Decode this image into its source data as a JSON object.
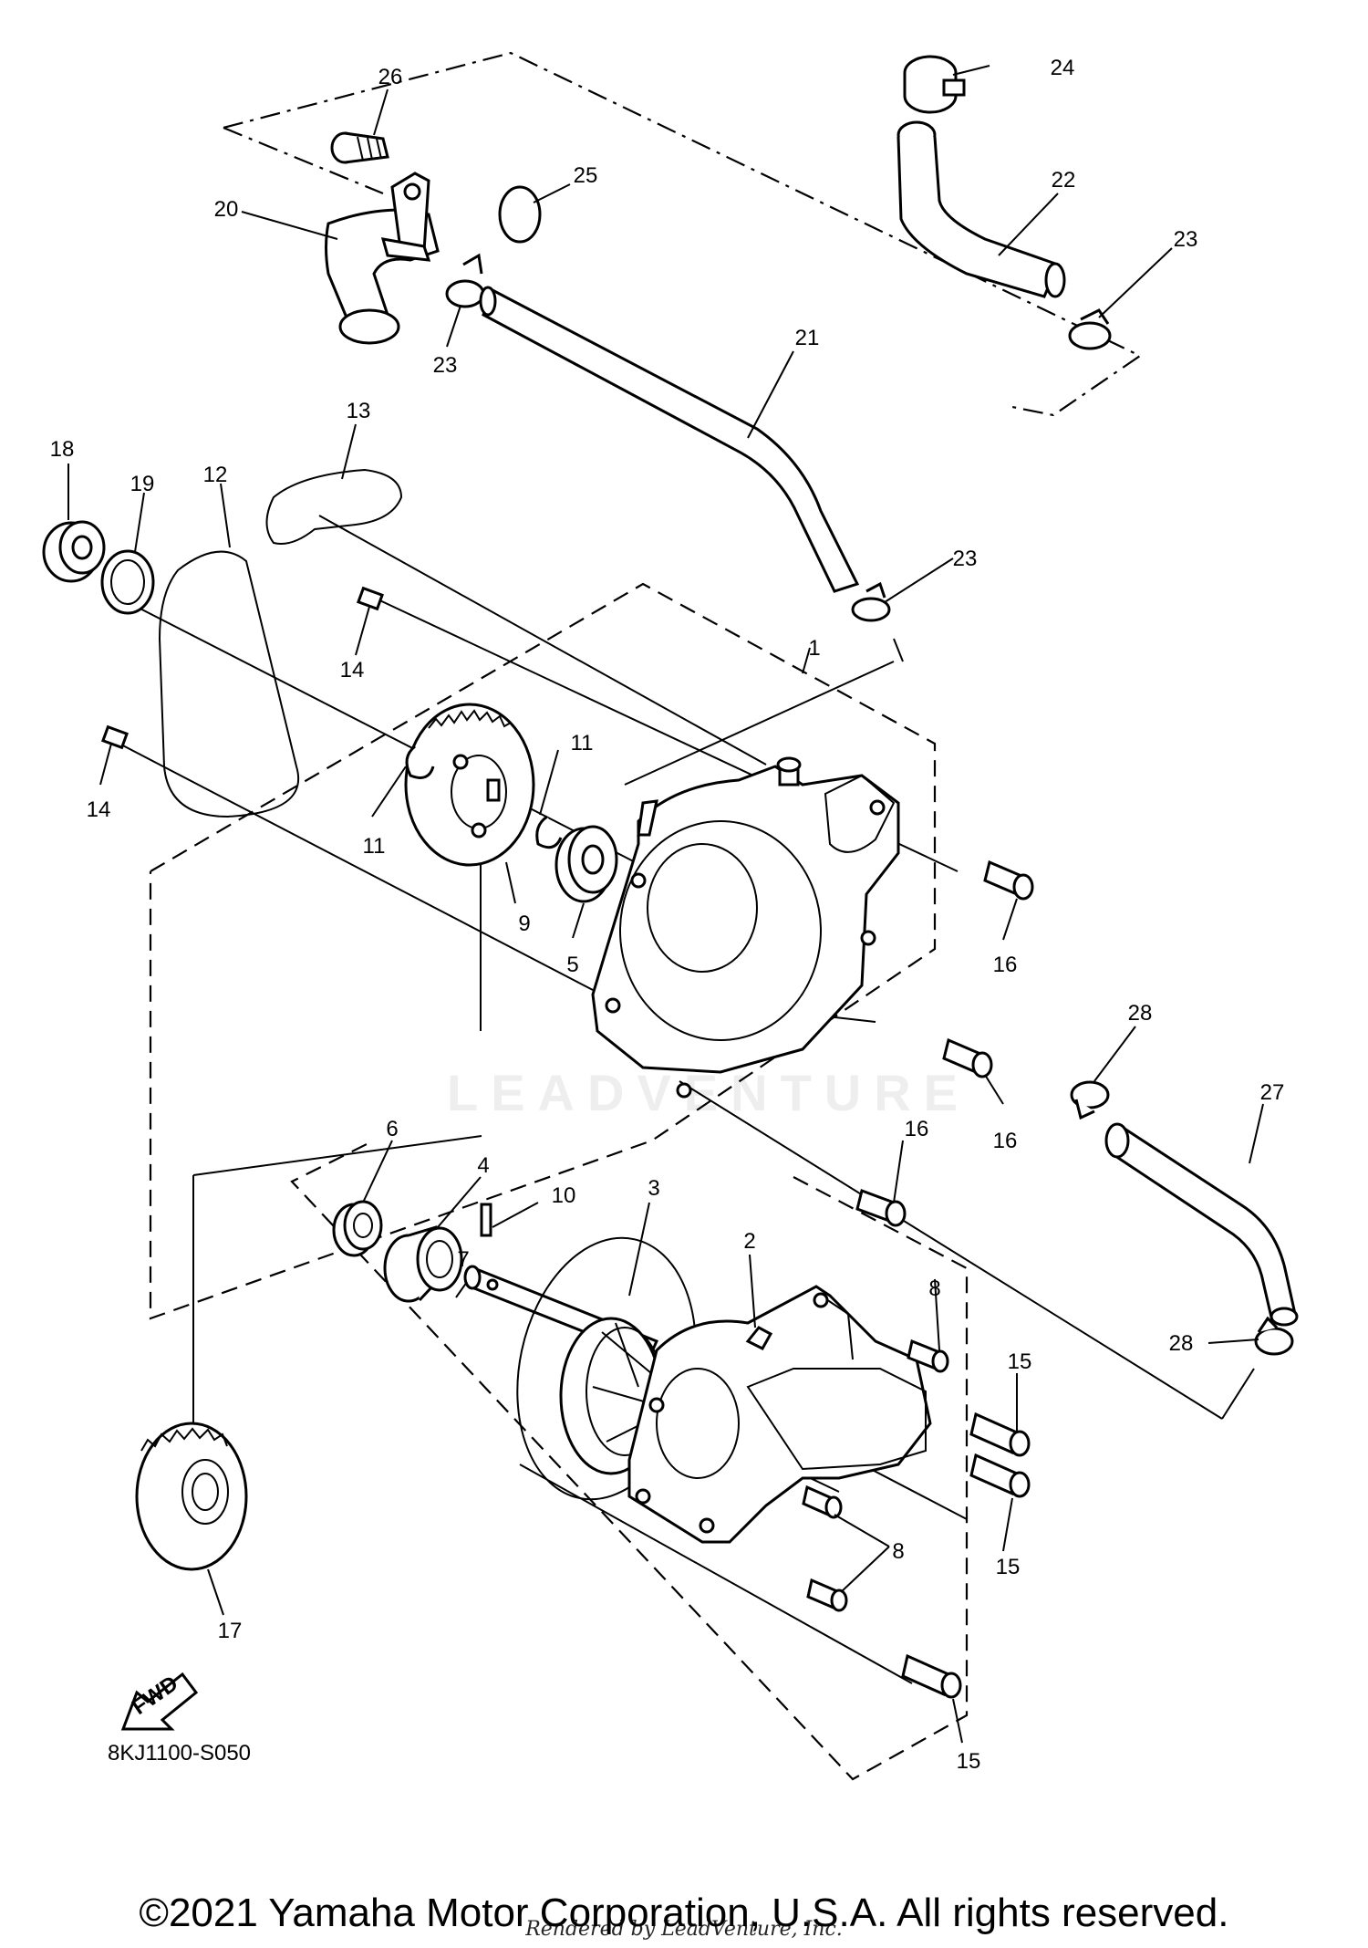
{
  "callouts": {
    "c1": "1",
    "c2": "2",
    "c3": "3",
    "c4": "4",
    "c5": "5",
    "c6": "6",
    "c7": "7",
    "c8a": "8",
    "c8b": "8",
    "c9": "9",
    "c10": "10",
    "c11a": "11",
    "c11b": "11",
    "c12": "12",
    "c13": "13",
    "c14a": "14",
    "c14b": "14",
    "c15a": "15",
    "c15b": "15",
    "c15c": "15",
    "c16a": "16",
    "c16b": "16",
    "c16c": "16",
    "c17": "17",
    "c18": "18",
    "c19": "19",
    "c20": "20",
    "c21": "21",
    "c22": "22",
    "c23a": "23",
    "c23b": "23",
    "c23c": "23",
    "c24": "24",
    "c25": "25",
    "c26": "26",
    "c27": "27",
    "c28a": "28",
    "c28b": "28"
  },
  "fwd_label": "FWD",
  "figure_code": "8KJ1100-S050",
  "watermark": "LEADVENTURE",
  "copyright": "©2021 Yamaha Motor Corporation, U.S.A. All rights reserved.",
  "render_credit": "Rendered by LeadVenture, Inc."
}
